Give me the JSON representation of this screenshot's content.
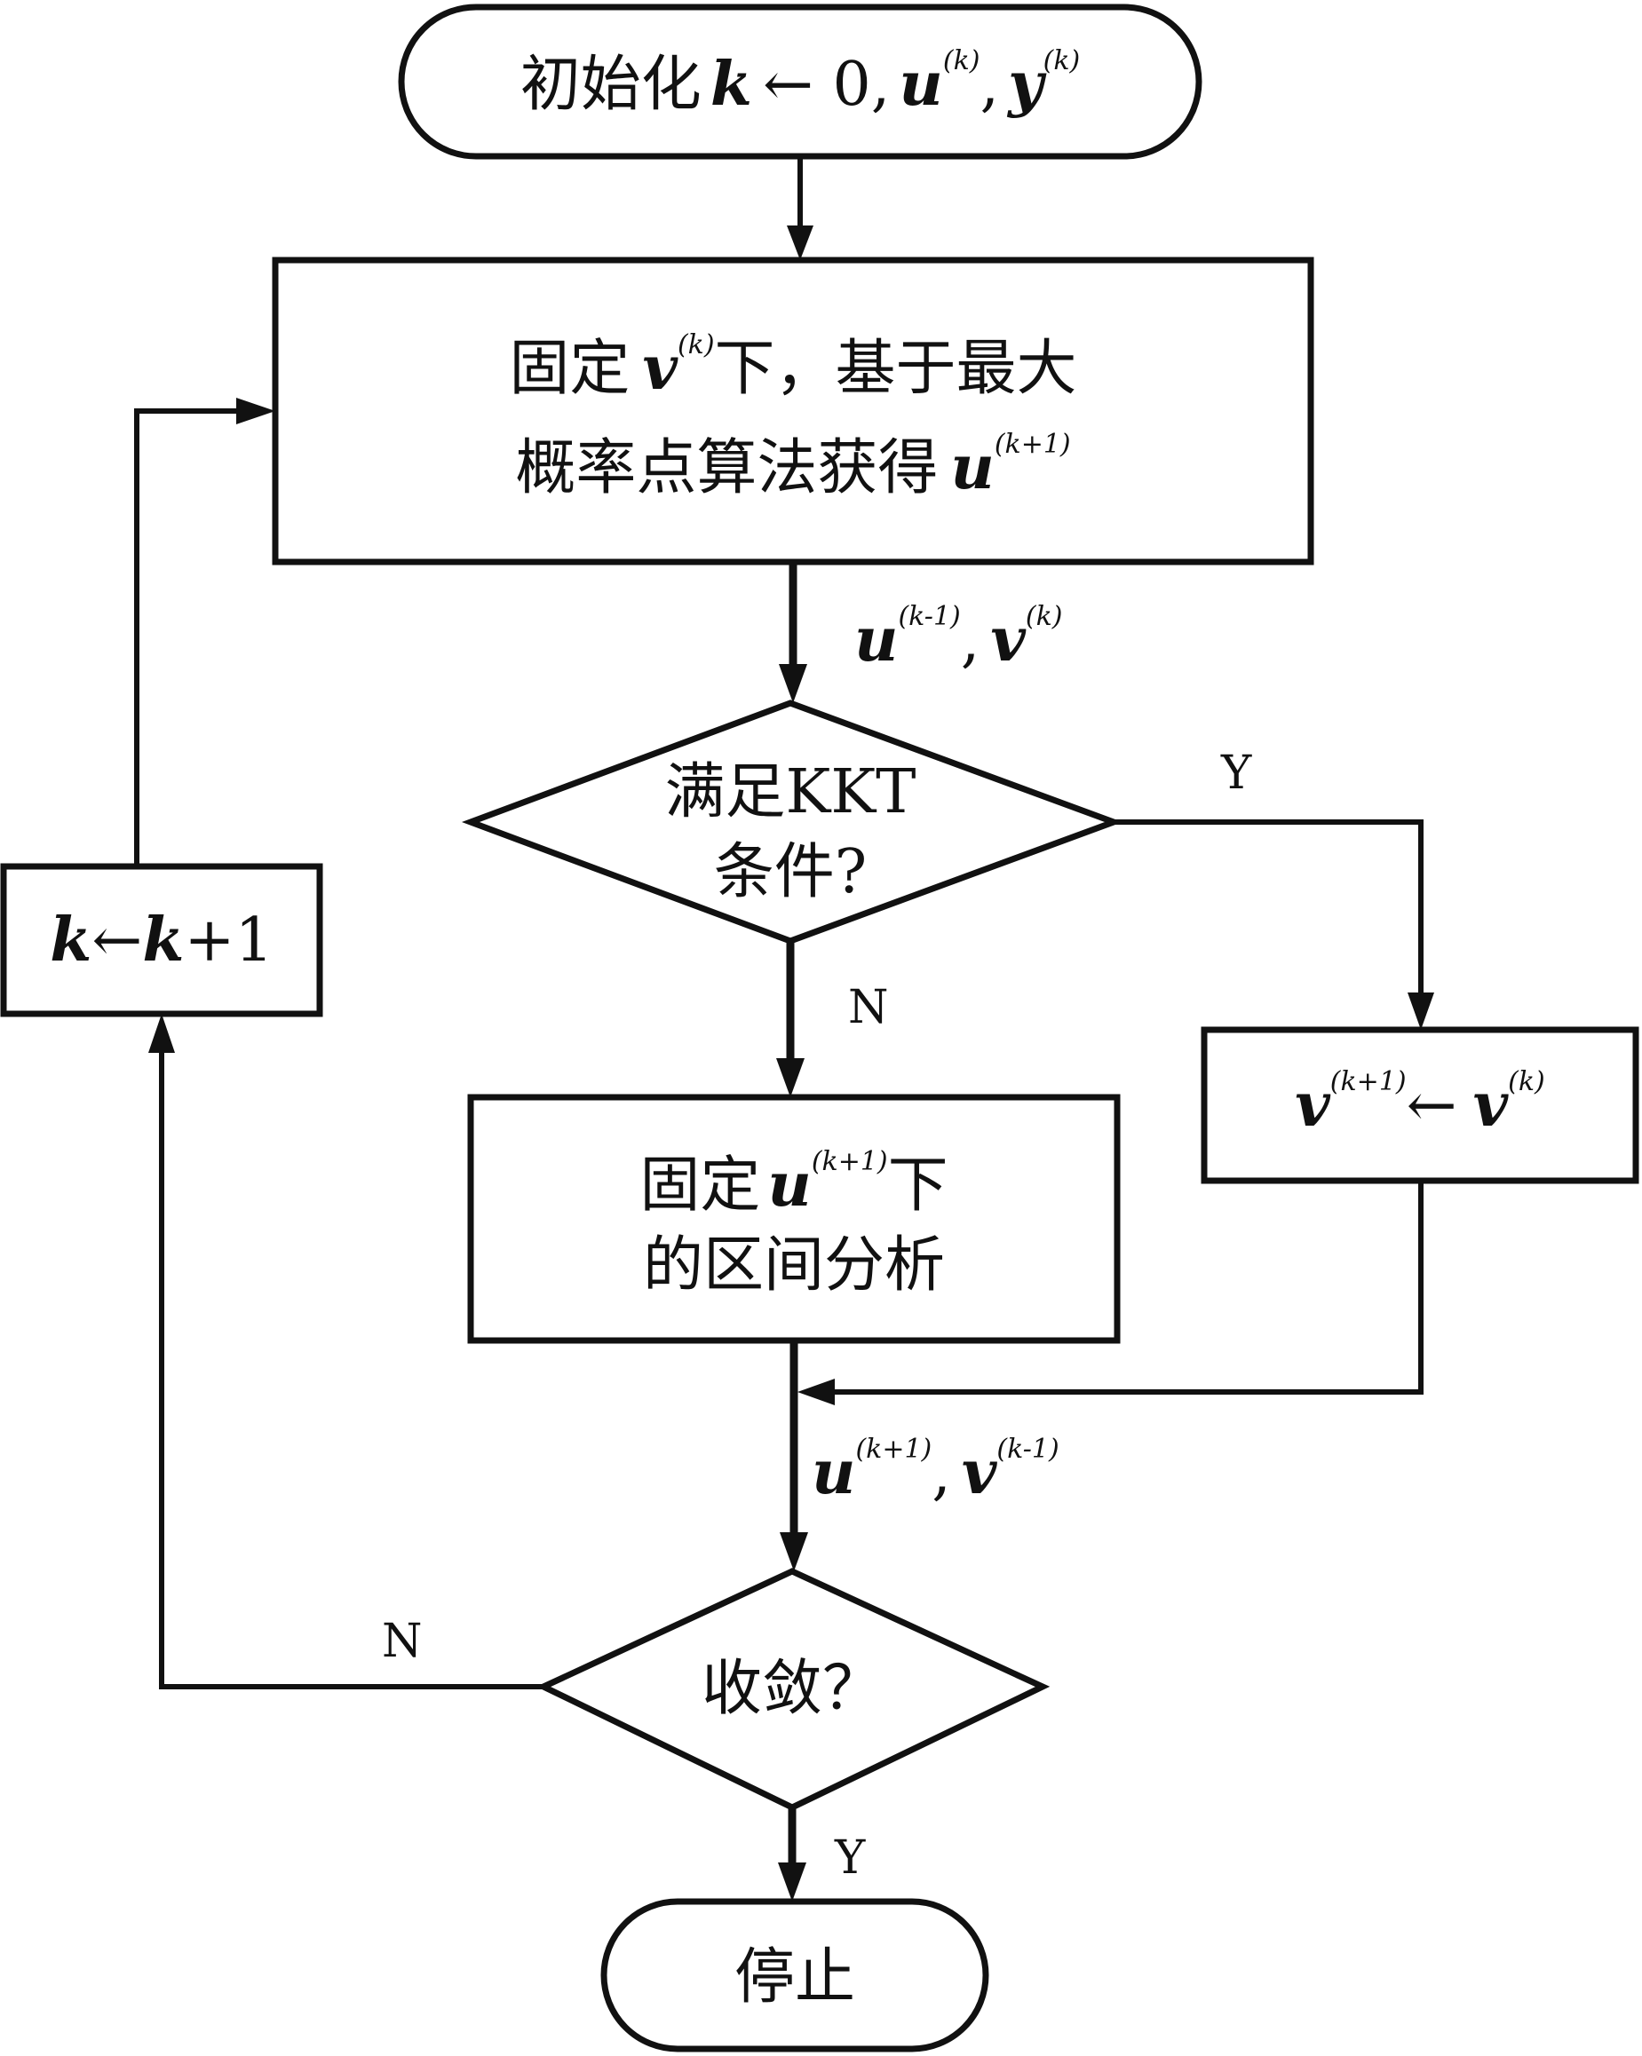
{
  "nodes": {
    "start": {
      "prefix": "初始化",
      "k": "k",
      "arrow": "← 0,",
      "u": "u",
      "u_sup": "(k)",
      "sep": ",",
      "y": "y",
      "y_sup": "(k)"
    },
    "step1": {
      "line1_a": "固定",
      "v": "v",
      "v_sup": "(k)",
      "line1_b": "下，基于最大",
      "line2_a": "概率点算法获得",
      "u": "u",
      "u_sup": "(k+1)"
    },
    "kkt": {
      "line1": "满足KKT",
      "line2": "条件?"
    },
    "interval": {
      "line1_a": "固定",
      "u": "u",
      "u_sup": "(k+1)",
      "line1_b": "下",
      "line2": "的区间分析"
    },
    "update_v": {
      "v1": "v",
      "v1_sup": "(k+1)",
      "arrow": "←",
      "v2": "v",
      "v2_sup": "(k)"
    },
    "increment": {
      "k1": "k",
      "arrow": "←",
      "k2": "k",
      "plus": "+1"
    },
    "converge": {
      "text": "收敛？"
    },
    "stop": {
      "text": "停止"
    }
  },
  "edges": {
    "after_step1": {
      "u": "u",
      "u_sup": "(k-1)",
      "sep": ",",
      "v": "v",
      "v_sup": "(k)"
    },
    "after_merge": {
      "u": "u",
      "u_sup": "(k+1)",
      "sep": ",",
      "v": "v",
      "v_sup": "(k-1)"
    },
    "kkt_yes": "Y",
    "kkt_no": "N",
    "converge_no": "N",
    "converge_yes": "Y"
  }
}
